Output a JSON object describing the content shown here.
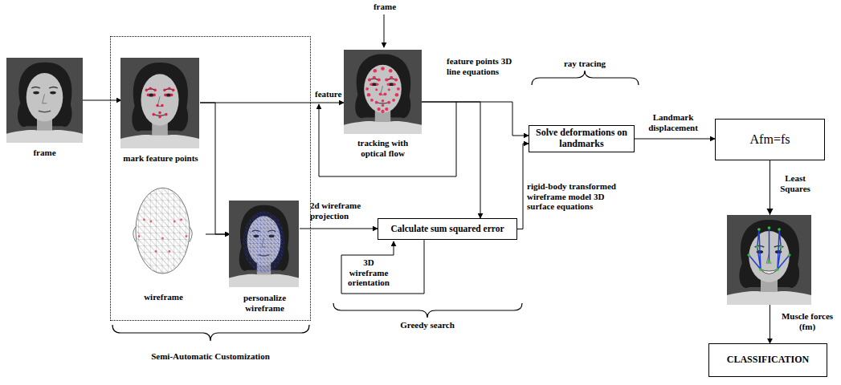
{
  "diagram": {
    "nodes": [
      {
        "text": [
          "frame"
        ]
      },
      {
        "text": [
          "Semi-Automatic Customization"
        ]
      },
      {
        "text": [
          "mark feature points"
        ],
        "in": 1
      },
      {
        "text": [
          "wireframe"
        ],
        "in": 1
      },
      {
        "text": [
          "personalize wireframe"
        ],
        "in": 1
      },
      {
        "text": [
          "tracking with optical flow"
        ]
      },
      {
        "text": [
          "Solve deformations on landmarks"
        ]
      },
      {
        "text": [
          "Calculate sum squared error"
        ]
      },
      {
        "text": [
          "Afm=fs"
        ]
      },
      {
        "text": [
          "CLASSIFICATION"
        ]
      }
    ],
    "edges": [
      {
        "from": 0,
        "to": 2,
        "arrow": "to"
      },
      {
        "from": 2,
        "to": 5,
        "label": "feature",
        "arrow": "to"
      },
      {
        "from": 2,
        "to": 4,
        "arrow": "to"
      },
      {
        "from": 3,
        "to": 4,
        "arrow": "to"
      },
      {
        "from": 4,
        "to": 7,
        "label": "2d wireframe projection",
        "arrow": "to"
      },
      {
        "from": 5,
        "to": 6,
        "label": "feature points 3D line equations",
        "arrow": "to"
      },
      {
        "from": 5,
        "to": 7,
        "arrow": "to"
      },
      {
        "from": 7,
        "to": 6,
        "label": "rigid-body transformed wireframe model 3D surface equations",
        "arrow": "to"
      },
      {
        "from": 6,
        "to": 8,
        "label": "Landmark displacement",
        "arrow": "to"
      },
      {
        "from": 8,
        "to": 9,
        "arrow": "to"
      }
    ],
    "labels": [
      "frame",
      "ray tracing",
      "3D wireframe orientation",
      "Greedy search",
      "Least Squares",
      "Muscle forces (fm)"
    ]
  }
}
